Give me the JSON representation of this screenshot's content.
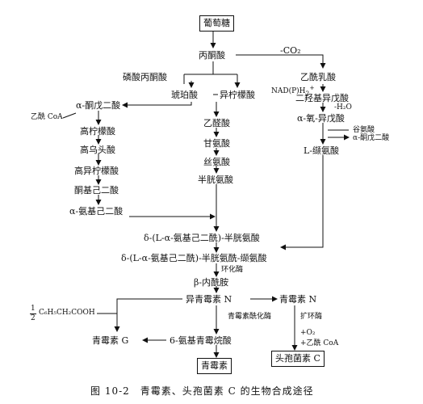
{
  "nodes": {
    "glucose": "葡萄糖",
    "pyruvate": "丙酮酸",
    "pep": "磷酸丙酮酸",
    "succinate": "琥珀酸",
    "isocitrate": "异柠檬酸",
    "akg": "α-酮戊二酸",
    "acetylcoa_left": "乙酰 CoA",
    "homocitrate": "高柠檬酸",
    "homoaconitate": "高乌头酸",
    "homoisocitrate": "高异柠檬酸",
    "ketoadipate": "酮基己二酸",
    "aminoadipate": "α-氨基己二酸",
    "glyoxylate": "乙醛酸",
    "glycine": "甘氨酸",
    "serine": "丝氨酸",
    "cysteine": "半胱氨酸",
    "acetolactate": "乙酰乳酸",
    "dihydroxyisovalerate": "二羟基异戊酸",
    "ketoisovalerate": "α-氧-异戊酸",
    "valine": "L-缬氨酸",
    "ac_dipeptide": "δ-(L-α-氨基己二酰)-半胱氨酸",
    "acv_tripeptide": "δ-(L-α-氨基己二酰)-半胱氨酰-缬氨酸",
    "lactam": "β-内酰胺",
    "isopenicillin": "异青霉素 N",
    "penicillin_n": "青霉素 N",
    "phenylacetic": "C₆H₅CH₂COOH",
    "penicillin_g": "青霉素 G",
    "apa": "6-氨基青霉烷酸",
    "penicillin": "青霉素",
    "cephalosporin": "头孢菌素 C"
  },
  "annotations": {
    "co2": "-CO₂",
    "nadph": "NAD(P)H",
    "nadph_sup": "+",
    "nadph_sub": "2",
    "h2o": "-H₂O",
    "glutamate": "谷氨酸",
    "akg_side": "α-酮戊二酸",
    "cyclase": "环化酶",
    "acylase": "青霉素酰化酶",
    "expandase": "扩环酶",
    "o2": "+O₂",
    "acetylcoa_right": "+乙酰 CoA",
    "half_num": "1",
    "half_den": "2"
  },
  "caption": "图 10-2　青霉素、头孢菌素 C 的生物合成途径"
}
